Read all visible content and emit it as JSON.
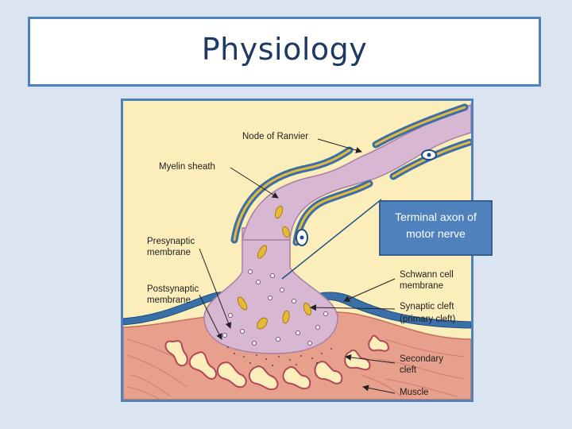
{
  "slide": {
    "title": "Physiology",
    "callout": "Terminal axon of motor nerve"
  },
  "diagram": {
    "labels": {
      "node_of_ranvier": "Node of Ranvier",
      "myelin_sheath": "Myelin sheath",
      "presynaptic_1": "Presynaptic",
      "presynaptic_2": "membrane",
      "postsynaptic_1": "Postsynaptic",
      "postsynaptic_2": "membrane",
      "schwann_1": "Schwann cell",
      "schwann_2": "membrane",
      "cleft_1": "Synaptic cleft",
      "cleft_2": "(primary cleft)",
      "secondary_1": "Secondary",
      "secondary_2": "cleft",
      "muscle": "Muscle"
    },
    "colors": {
      "background": "#fbeeba",
      "axon": "#d7b7d2",
      "schwann_cell": "#3a6fa8",
      "myelin": "#e7b93a",
      "muscle": "#e7a08c",
      "frame": "#4f81bd"
    }
  }
}
